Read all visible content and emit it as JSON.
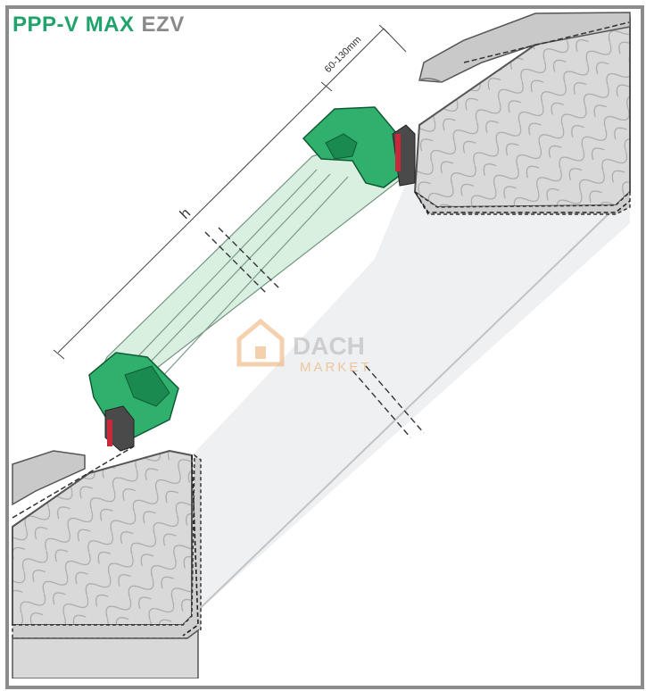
{
  "title": {
    "product": "PPP-V MAX",
    "variant": "EZV"
  },
  "dimensions": {
    "height_label": "h",
    "frame_depth_label": "60-130mm"
  },
  "watermark": {
    "line1": "DACH",
    "line2": "MARKET"
  },
  "colors": {
    "frame_border": "#8c8c8c",
    "title_product": "#1fa36a",
    "title_variant": "#8a8a8a",
    "window_frame": "#2fb06d",
    "glass": "#d8f0df",
    "seal_red": "#c8283a",
    "insulation": "#d9d9d9",
    "lining": "#eef0f2",
    "watermark_orange": "#f0b278",
    "watermark_grey": "#b9b9b9"
  }
}
